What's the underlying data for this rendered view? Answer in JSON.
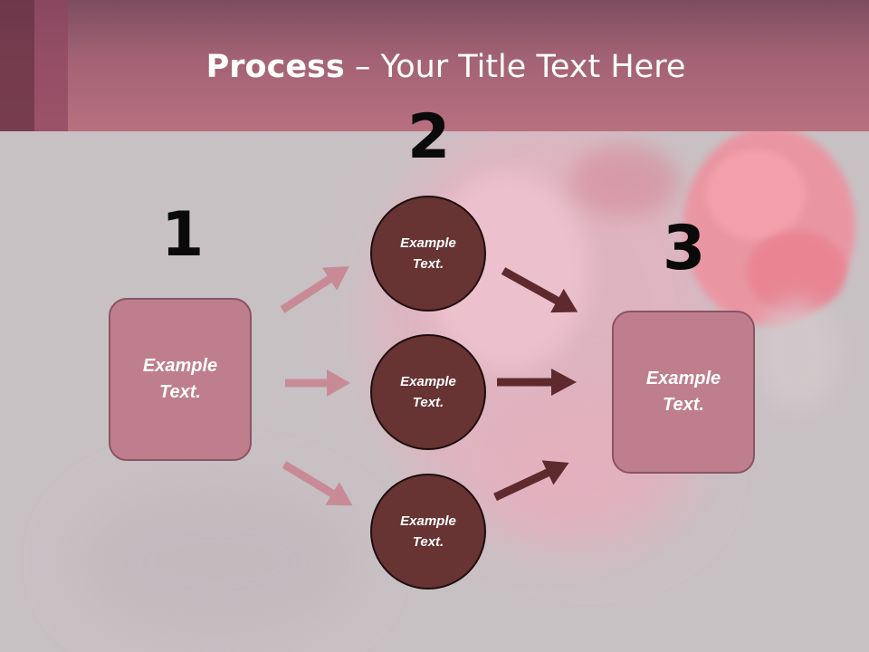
{
  "title": {
    "strong": "Process",
    "rest": " – Your Title Text Here"
  },
  "stages": [
    "1",
    "2",
    "3"
  ],
  "left_box": {
    "text_line1": "Example",
    "text_line2": "Text."
  },
  "right_box": {
    "text_line1": "Example",
    "text_line2": "Text."
  },
  "circles": [
    {
      "text_line1": "Example",
      "text_line2": "Text."
    },
    {
      "text_line1": "Example",
      "text_line2": "Text."
    },
    {
      "text_line1": "Example",
      "text_line2": "Text."
    }
  ],
  "colors": {
    "header": "#b8707f",
    "box_fill": "#bf7e8d",
    "circle_fill": "#673333",
    "arrow_in": "#c98a97",
    "arrow_out": "#5e2a2e"
  }
}
